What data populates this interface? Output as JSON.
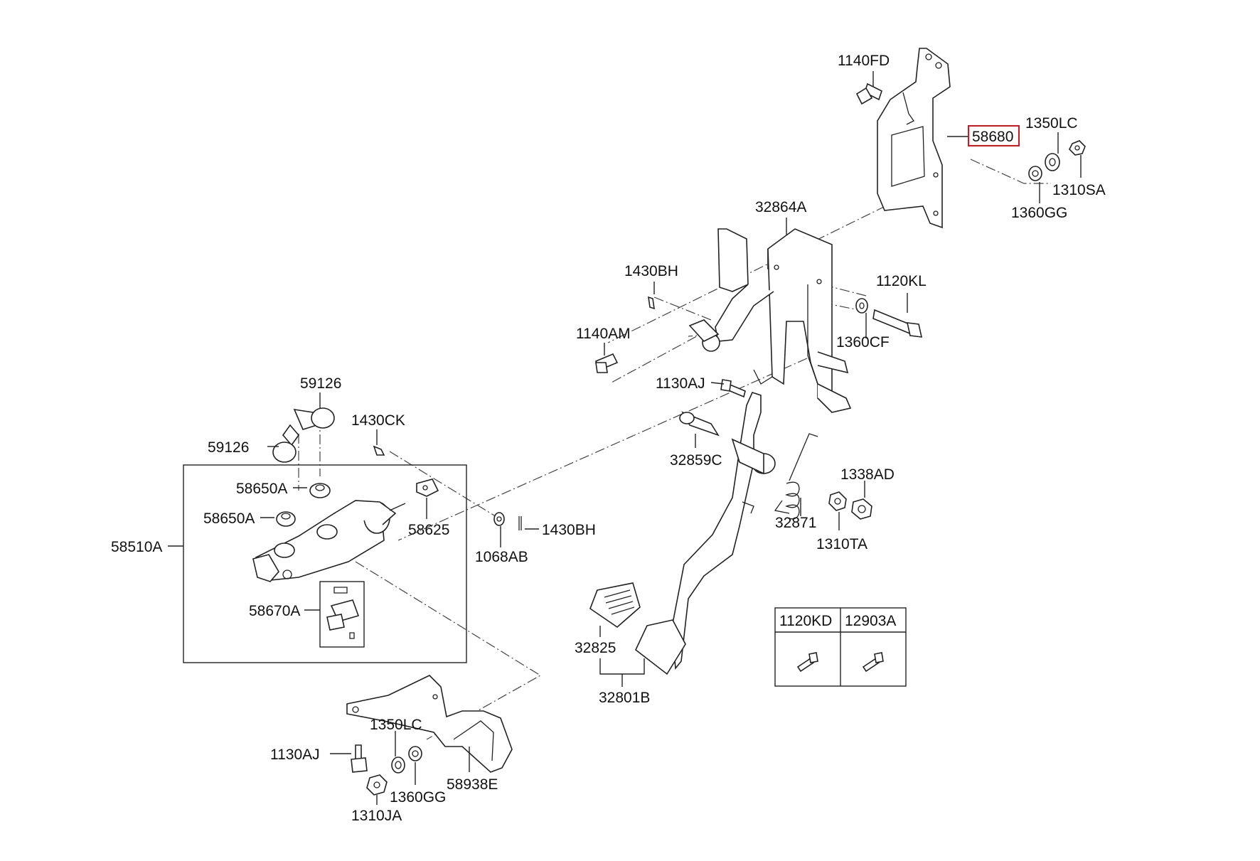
{
  "parts": {
    "p1140FD": "1140FD",
    "p58680": "58680",
    "p1350LC_top": "1350LC",
    "p1310SA": "1310SA",
    "p1360GG_top": "1360GG",
    "p32864A": "32864A",
    "p1430BH_top": "1430BH",
    "p1120KL": "1120KL",
    "p1140AM": "1140AM",
    "p1360CF": "1360CF",
    "p1130AJ_top": "1130AJ",
    "p59126_a": "59126",
    "p59126_b": "59126",
    "p1430CK": "1430CK",
    "p32859C": "32859C",
    "p1338AD": "1338AD",
    "p58650A_a": "58650A",
    "p58650A_b": "58650A",
    "p58625": "58625",
    "p1430BH_mid": "1430BH",
    "p32871": "32871",
    "p1310TA": "1310TA",
    "p58510A": "58510A",
    "p1068AB": "1068AB",
    "p58670A": "58670A",
    "p32825": "32825",
    "p32801B": "32801B",
    "p1120KD": "1120KD",
    "p12903A": "12903A",
    "p1350LC_bot": "1350LC",
    "p1130AJ_bot": "1130AJ",
    "p1360GG_bot": "1360GG",
    "p58938E": "58938E",
    "p1310JA": "1310JA"
  },
  "highlight_color": "#d9141b"
}
